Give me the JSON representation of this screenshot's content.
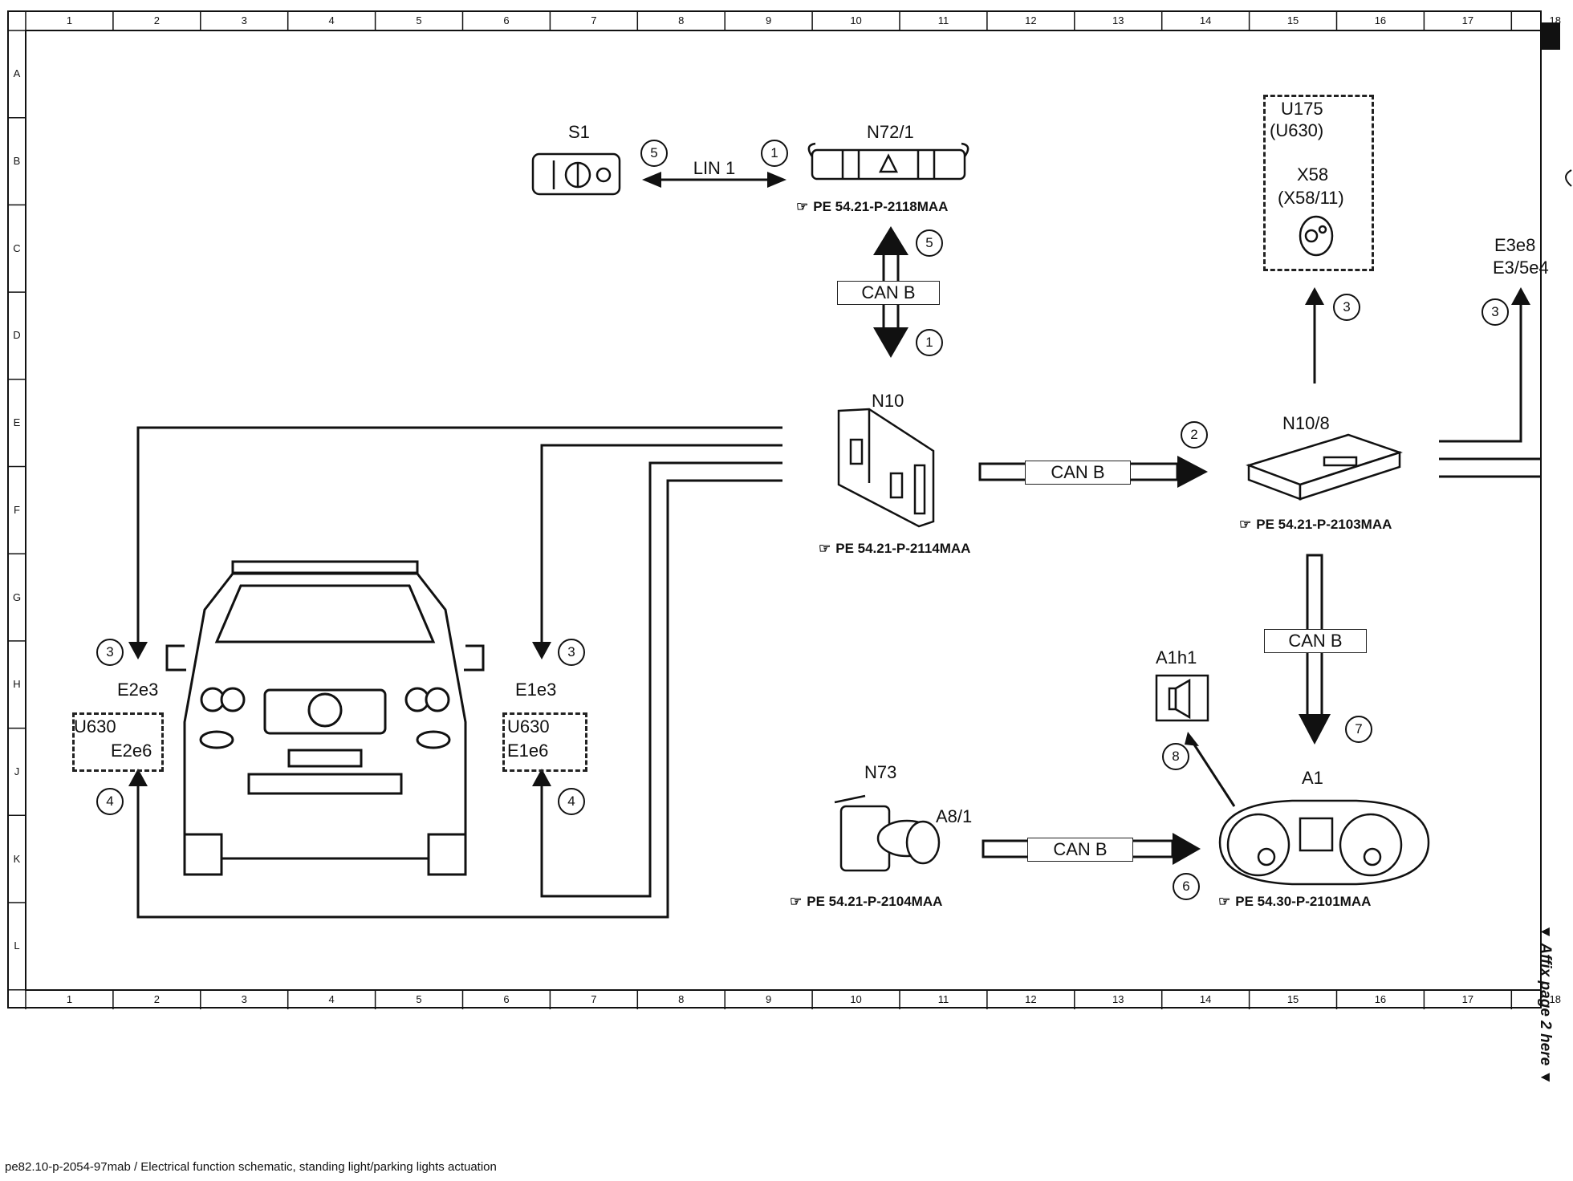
{
  "grid_columns": [
    "1",
    "2",
    "3",
    "4",
    "5",
    "6",
    "7",
    "8",
    "9",
    "10",
    "11",
    "12",
    "13",
    "14",
    "15",
    "16",
    "17",
    "18"
  ],
  "grid_rows": [
    "A",
    "B",
    "C",
    "D",
    "E",
    "F",
    "G",
    "H",
    "J",
    "K",
    "L"
  ],
  "components": {
    "s1": "S1",
    "n72_1": "N72/1",
    "n10": "N10",
    "n10_8": "N10/8",
    "u175": "U175",
    "u630_paren": "(U630)",
    "x58": "X58",
    "x58_11": "(X58/11)",
    "e3e8": "E3e8",
    "e3_5e4": "E3/5e4",
    "e2e3": "E2e3",
    "e1e3": "E1e3",
    "u630_left": "U630",
    "e2e6": "E2e6",
    "u630_right": "U630",
    "e1e6": "E1e6",
    "a1h1": "A1h1",
    "n73": "N73",
    "a8_1": "A8/1",
    "a1": "A1"
  },
  "buses": {
    "lin1": "LIN 1",
    "can_b_n72": "CAN B",
    "can_b_n10": "CAN B",
    "can_b_n10_8": "CAN B",
    "can_b_n73": "CAN B"
  },
  "references": {
    "n72_1": "PE 54.21-P-2118MAA",
    "n10": "PE 54.21-P-2114MAA",
    "n10_8": "PE 54.21-P-2103MAA",
    "n73": "PE 54.21-P-2104MAA",
    "a1": "PE 54.30-P-2101MAA"
  },
  "signals": {
    "s1_lin": "5",
    "n72_lin": "1",
    "can_up": "5",
    "can_down": "1",
    "n10_to_n10_8": "2",
    "u175_up": "3",
    "e3_up": "3",
    "e2_down": "3",
    "e1_down": "3",
    "e2_up": "4",
    "e1_up": "4",
    "a1_in": "7",
    "a1h1": "8",
    "a1_from_n73": "6"
  },
  "side_note": "▼ Affix page 2 here ▼",
  "footer": "pe82.10-p-2054-97mab / Electrical function schematic, standing light/parking lights actuation"
}
